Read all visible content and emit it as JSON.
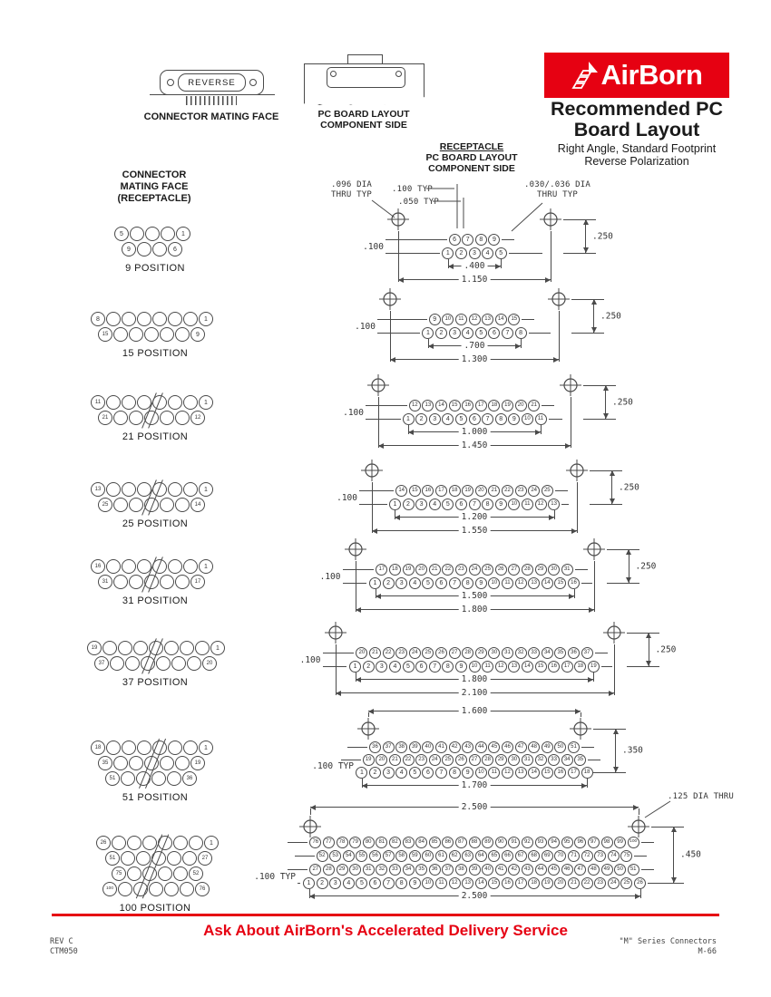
{
  "colors": {
    "red": "#e60112",
    "line": "#4a4a4a"
  },
  "header": {
    "connector_face": {
      "label": "REVERSE",
      "caption": "CONNECTOR MATING FACE"
    },
    "board_sketch": {
      "caption_line1": "PC BOARD LAYOUT",
      "caption_line2": "COMPONENT SIDE"
    },
    "logo": {
      "text": "AirBorn"
    },
    "title_line1": "Recommended PC",
    "title_line2": "Board Layout",
    "subtitle_line1": "Right Angle, Standard Footprint",
    "subtitle_line2": "Reverse Polarization"
  },
  "receptacle_heading": {
    "line1": "RECEPTACLE",
    "line2": "PC BOARD LAYOUT",
    "line3": "COMPONENT SIDE"
  },
  "left_heading": {
    "line1": "CONNECTOR",
    "line2": "MATING FACE",
    "line3": "(RECEPTACLE)"
  },
  "callouts": {
    "mount_hole_dia_line1": ".096 DIA",
    "mount_hole_dia_line2": "THRU TYP",
    "pitch": ".100 TYP",
    "half_pitch": ".050 TYP",
    "pin_hole_dia_line1": ".030/.036 DIA",
    "pin_hole_dia_line2": "THRU TYP",
    "mount_hole_dia_100": ".125 DIA THRU"
  },
  "sections": [
    {
      "label": "9 POSITION",
      "face": {
        "rows": [
          {
            "count": 5,
            "first": "5",
            "last": "1"
          },
          {
            "count": 4,
            "first": "9",
            "last": "6"
          }
        ],
        "split": false
      },
      "pcb_rows": [
        {
          "from": 6,
          "to": 9
        },
        {
          "from": 1,
          "to": 5
        }
      ],
      "dims": {
        "row_gap": ".100",
        "pin_span": ".400",
        "hole_span": "1.150",
        "vertical": ".250"
      }
    },
    {
      "label": "15 POSITION",
      "face": {
        "rows": [
          {
            "count": 8,
            "first": "8",
            "last": "1"
          },
          {
            "count": 7,
            "first": "15",
            "last": "9"
          }
        ],
        "split": false
      },
      "pcb_rows": [
        {
          "from": 9,
          "to": 15
        },
        {
          "from": 1,
          "to": 8
        }
      ],
      "dims": {
        "row_gap": ".100",
        "pin_span": ".700",
        "hole_span": "1.300",
        "vertical": ".250"
      }
    },
    {
      "label": "21 POSITION",
      "face": {
        "rows": [
          {
            "count": 8,
            "first": "11",
            "last": "1"
          },
          {
            "count": 7,
            "first": "21",
            "last": "12"
          }
        ],
        "split": true
      },
      "pcb_rows": [
        {
          "from": 12,
          "to": 21
        },
        {
          "from": 1,
          "to": 11
        }
      ],
      "dims": {
        "row_gap": ".100",
        "pin_span": "1.000",
        "hole_span": "1.450",
        "vertical": ".250"
      }
    },
    {
      "label": "25 POSITION",
      "face": {
        "rows": [
          {
            "count": 8,
            "first": "13",
            "last": "1"
          },
          {
            "count": 7,
            "first": "25",
            "last": "14"
          }
        ],
        "split": true
      },
      "pcb_rows": [
        {
          "from": 14,
          "to": 25
        },
        {
          "from": 1,
          "to": 13
        }
      ],
      "dims": {
        "row_gap": ".100",
        "pin_span": "1.200",
        "hole_span": "1.550",
        "vertical": ".250"
      }
    },
    {
      "label": "31 POSITION",
      "face": {
        "rows": [
          {
            "count": 8,
            "first": "16",
            "last": "1"
          },
          {
            "count": 7,
            "first": "31",
            "last": "17"
          }
        ],
        "split": true
      },
      "pcb_rows": [
        {
          "from": 17,
          "to": 31
        },
        {
          "from": 1,
          "to": 16
        }
      ],
      "dims": {
        "row_gap": ".100",
        "pin_span": "1.500",
        "hole_span": "1.800",
        "vertical": ".250"
      }
    },
    {
      "label": "37 POSITION",
      "face": {
        "rows": [
          {
            "count": 9,
            "first": "19",
            "last": "1"
          },
          {
            "count": 8,
            "first": "37",
            "last": "20"
          }
        ],
        "split": true
      },
      "pcb_rows": [
        {
          "from": 20,
          "to": 37
        },
        {
          "from": 1,
          "to": 19
        }
      ],
      "dims": {
        "row_gap": ".100",
        "pin_span": "1.800",
        "hole_span": "2.100",
        "vertical": ".250"
      }
    },
    {
      "label": "51 POSITION",
      "face": {
        "rows": [
          {
            "count": 8,
            "first": "18",
            "last": "1"
          },
          {
            "count": 7,
            "first": "35",
            "last": "19"
          },
          {
            "count": 6,
            "first": "51",
            "last": "36"
          }
        ],
        "split": true
      },
      "pcb_rows": [
        {
          "from": 36,
          "to": 51
        },
        {
          "from": 19,
          "to": 35
        },
        {
          "from": 1,
          "to": 18
        }
      ],
      "dims": {
        "row_gap": ".100 TYP",
        "pin_span": "1.700",
        "hole_span": "1.600",
        "vertical": ".350"
      }
    },
    {
      "label": "100 POSITION",
      "face": {
        "rows": [
          {
            "count": 8,
            "first": "26",
            "last": "1"
          },
          {
            "count": 7,
            "first": "51",
            "last": "27"
          },
          {
            "count": 6,
            "first": "75",
            "last": "52"
          },
          {
            "count": 7,
            "first": "100",
            "last": "76"
          }
        ],
        "split": true
      },
      "pcb_rows": [
        {
          "from": 76,
          "to": 100
        },
        {
          "from": 52,
          "to": 75
        },
        {
          "from": 27,
          "to": 51
        },
        {
          "from": 1,
          "to": 26
        }
      ],
      "dims": {
        "row_gap": ".100 TYP",
        "pin_span": "2.500",
        "hole_span": "2.500",
        "vertical": ".450"
      }
    }
  ],
  "footer": {
    "rev_line1": "REV C",
    "rev_line2": "CTM050",
    "slogan": "Ask About AirBorn's Accelerated Delivery Service",
    "series_line1": "\"M\" Series Connectors",
    "series_line2": "M-66"
  }
}
